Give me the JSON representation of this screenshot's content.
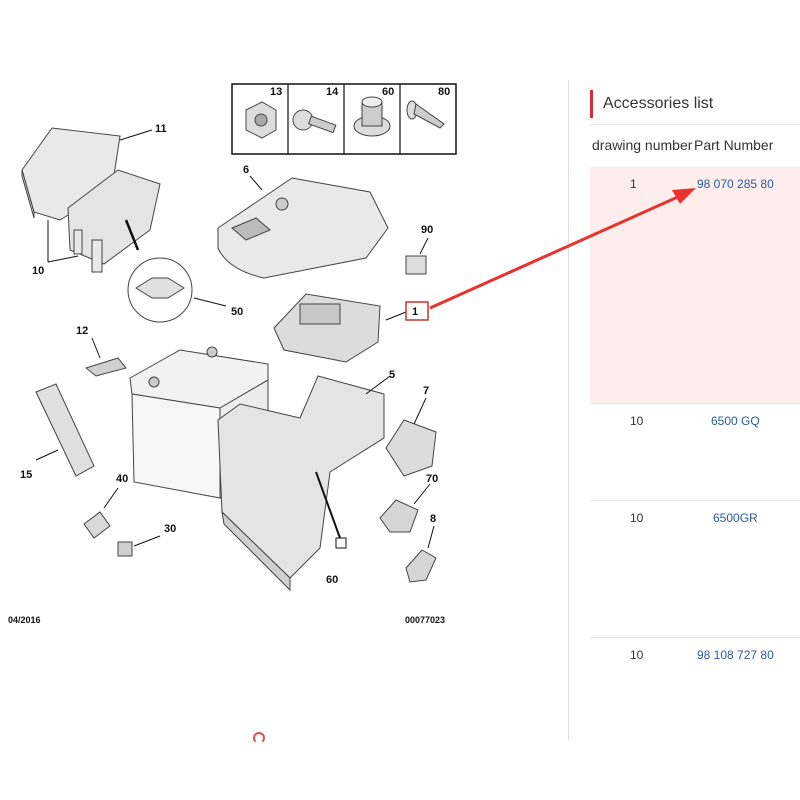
{
  "diagram": {
    "callouts": {
      "c13": "13",
      "c14": "14",
      "c60a": "60",
      "c80": "80",
      "c11": "11",
      "c6": "6",
      "c10": "10",
      "c90": "90",
      "c50": "50",
      "c1": "1",
      "c12": "12",
      "c5": "5",
      "c7": "7",
      "c15": "15",
      "c40": "40",
      "c70": "70",
      "c30": "30",
      "c8": "8",
      "c60b": "60"
    },
    "footer_date": "04/2016",
    "footer_code": "00077023"
  },
  "panel": {
    "title": "Accessories list",
    "col_drawing": "drawing number",
    "col_part": "Part Number",
    "rows": [
      {
        "num": "1",
        "part": "98 070 285 80"
      },
      {
        "num": "10",
        "part": "6500 GQ"
      },
      {
        "num": "10",
        "part": "6500GR"
      },
      {
        "num": "10",
        "part": "98 108 727 80"
      }
    ]
  },
  "colors": {
    "accent": "#d0303a",
    "link": "#2a5a9a",
    "highlight": "#fdeeed",
    "arrow": "#e8322f"
  }
}
